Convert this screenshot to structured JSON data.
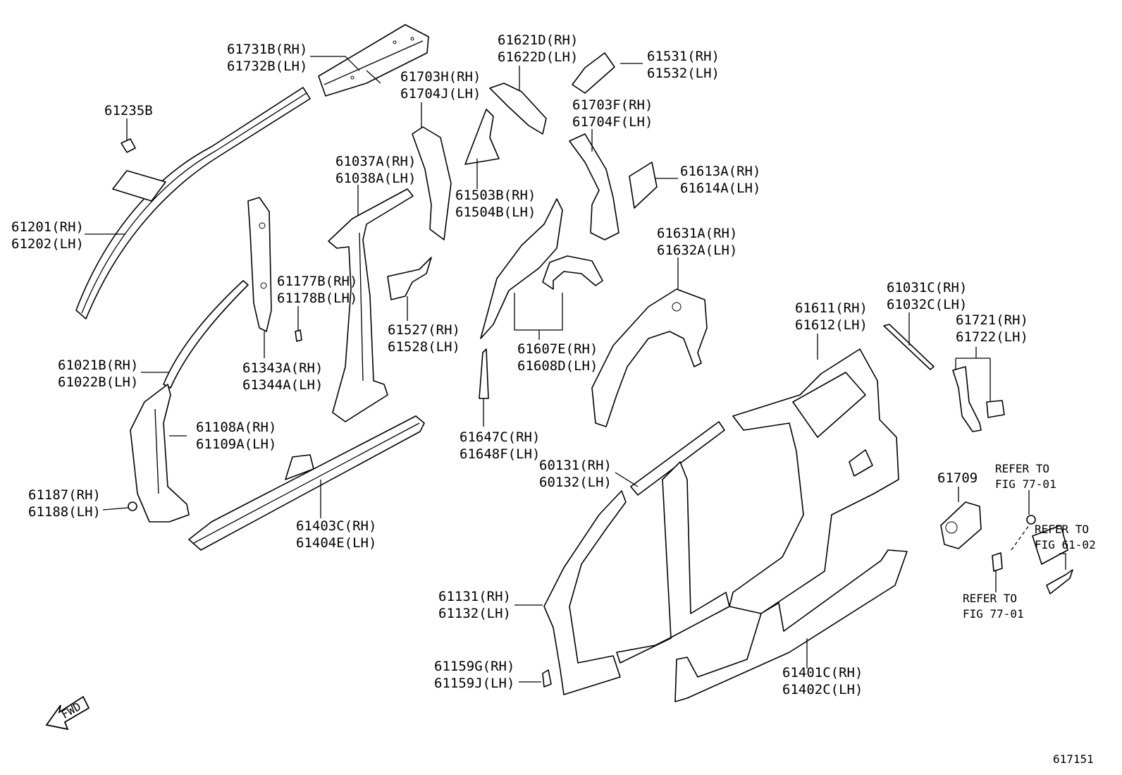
{
  "diagram_id": "617151",
  "fwd_label": "FWD",
  "labels": {
    "p61731": [
      "61731B(RH)",
      "61732B(LH)"
    ],
    "p61235": [
      "61235B"
    ],
    "p61201": [
      "61201(RH)",
      "61202(LH)"
    ],
    "p61021": [
      "61021B(RH)",
      "61022B(LH)"
    ],
    "p61108": [
      "61108A(RH)",
      "61109A(LH)"
    ],
    "p61187": [
      "61187(RH)",
      "61188(LH)"
    ],
    "p61343": [
      "61343A(RH)",
      "61344A(LH)"
    ],
    "p61177": [
      "61177B(RH)",
      "61178B(LH)"
    ],
    "p61037": [
      "61037A(RH)",
      "61038A(LH)"
    ],
    "p61403": [
      "61403C(RH)",
      "61404E(LH)"
    ],
    "p61703h": [
      "61703H(RH)",
      "61704J(LH)"
    ],
    "p61621": [
      "61621D(RH)",
      "61622D(LH)"
    ],
    "p61503": [
      "61503B(RH)",
      "61504B(LH)"
    ],
    "p61527": [
      "61527(RH)",
      "61528(LH)"
    ],
    "p61607": [
      "61607E(RH)",
      "61608D(LH)"
    ],
    "p61647": [
      "61647C(RH)",
      "61648F(LH)"
    ],
    "p61531": [
      "61531(RH)",
      "61532(LH)"
    ],
    "p61703f": [
      "61703F(RH)",
      "61704F(LH)"
    ],
    "p61613": [
      "61613A(RH)",
      "61614A(LH)"
    ],
    "p61631": [
      "61631A(RH)",
      "61632A(LH)"
    ],
    "p61611": [
      "61611(RH)",
      "61612(LH)"
    ],
    "p61031": [
      "61031C(RH)",
      "61032C(LH)"
    ],
    "p61721": [
      "61721(RH)",
      "61722(LH)"
    ],
    "p60131": [
      "60131(RH)",
      "60132(LH)"
    ],
    "p61131": [
      "61131(RH)",
      "61132(LH)"
    ],
    "p61159": [
      "61159G(RH)",
      "61159J(LH)"
    ],
    "p61401": [
      "61401C(RH)",
      "61402C(LH)"
    ],
    "p61709": [
      "61709"
    ],
    "ref1": [
      "REFER TO",
      "FIG 77-01"
    ],
    "ref2": [
      "REFER TO",
      "FIG 61-02"
    ],
    "ref3": [
      "REFER TO",
      "FIG 77-01"
    ]
  }
}
